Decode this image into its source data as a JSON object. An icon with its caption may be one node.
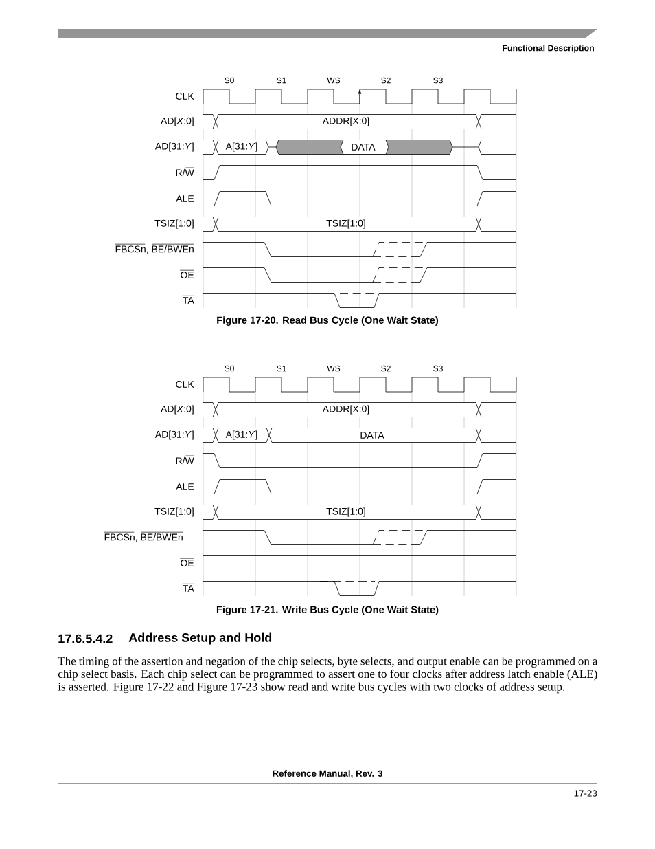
{
  "diagram": {
    "labels": [
      "Functional Description",
      "S0",
      "S1",
      "WS",
      "S2",
      "S3",
      "CLK",
      "AD[*X*:0]",
      "ADDR[X:0]",
      "AD[31:*Y*]",
      "A[31:*Y*]",
      "DATA",
      "R/W",
      "ALE",
      "TSIZ[1:0]",
      "TSIZ[1:0]",
      "FBCSn, BE/BWEn",
      "OE",
      "TA",
      "Figure 17-20. Read Bus Cycle (One Wait State)",
      "S0",
      "S1",
      "WS",
      "S2",
      "S3",
      "CLK",
      "AD[*X*:0]",
      "ADDR[X:0]",
      "AD[31:*Y*]",
      "A[31:*Y*]",
      "DATA",
      "R/W",
      "ALE",
      "TSIZ[1:0]",
      "TSIZ[1:0]",
      "FBCSn, BE/BWEn",
      "OE",
      "TA",
      "Figure 17-21. Write Bus Cycle (One Wait State)",
      "17.6.5.4.2",
      "Address Setup and Hold",
      "The timing of the assertion and negation of the chip selects, byte selects, and output enable can be programmed on a chip select basis. Each chip select can be programmed to assert one to four clocks after address latch enable (ALE) is asserted. Figure 17-22 and Figure 17-23 show read and write bus cycles with two clocks of address setup.",
      "Reference Manual, Rev. 3",
      "17-23"
    ]
  }
}
